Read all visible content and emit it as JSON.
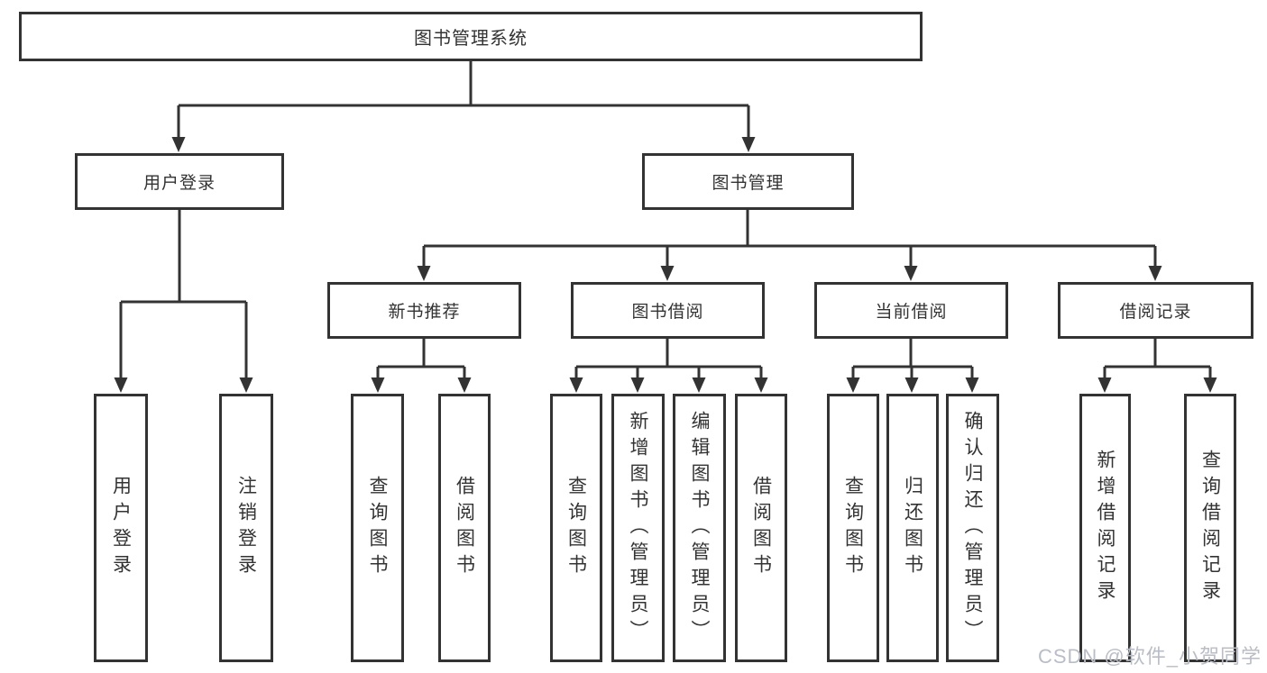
{
  "tree": {
    "root": {
      "label": "图书管理系统",
      "children": [
        {
          "label": "用户登录",
          "children": [
            {
              "label": "用户登录"
            },
            {
              "label": "注销登录"
            }
          ]
        },
        {
          "label": "图书管理",
          "children": [
            {
              "label": "新书推荐",
              "children": [
                {
                  "label": "查询图书"
                },
                {
                  "label": "借阅图书"
                }
              ]
            },
            {
              "label": "图书借阅",
              "children": [
                {
                  "label": "查询图书"
                },
                {
                  "label": "新增图书（管理员）"
                },
                {
                  "label": "编辑图书（管理员）"
                },
                {
                  "label": "借阅图书"
                }
              ]
            },
            {
              "label": "当前借阅",
              "children": [
                {
                  "label": "查询图书"
                },
                {
                  "label": "归还图书"
                },
                {
                  "label": "确认归还（管理员）"
                }
              ]
            },
            {
              "label": "借阅记录",
              "children": [
                {
                  "label": "新增借阅记录"
                },
                {
                  "label": "查询借阅记录"
                }
              ]
            }
          ]
        }
      ]
    }
  },
  "watermark": {
    "text": "CSDN @软件_小贺同学"
  },
  "colors": {
    "line": "#333333",
    "text": "#333333",
    "background": "#ffffff",
    "watermark": "#b9bdc6"
  }
}
